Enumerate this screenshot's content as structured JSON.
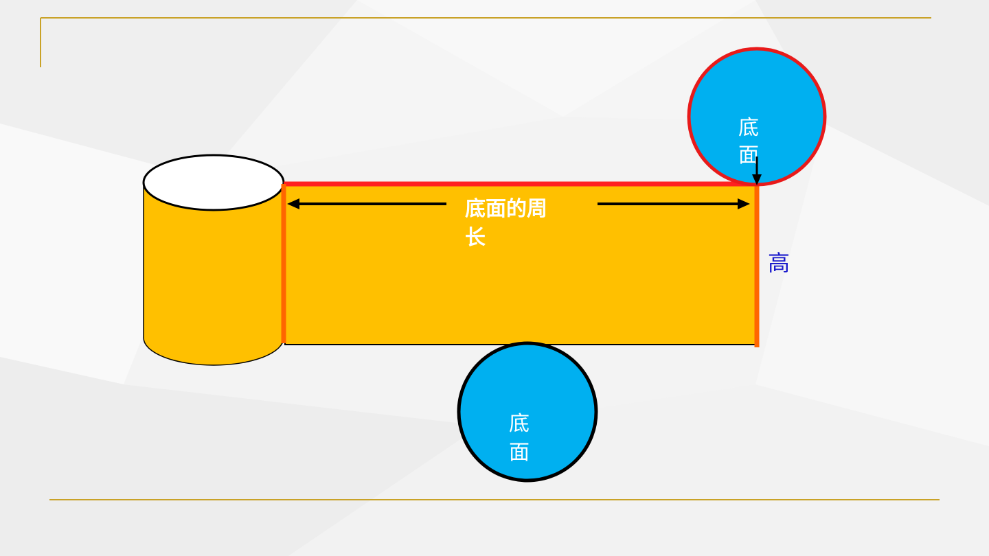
{
  "diagram": {
    "top_circle_label": "底面",
    "bottom_circle_label": "底面",
    "circumference_label": "底面的周长",
    "height_label": "高"
  },
  "colors": {
    "gold_line": "#C9A227",
    "cylinder_fill": "#FFC000",
    "circle_fill": "#00B0F0",
    "top_circle_stroke": "#E81A1A",
    "bottom_circle_stroke": "#000000",
    "top_edge": "#FF2020",
    "side_edge": "#FF6600",
    "height_text": "#1A1ACC",
    "label_white": "#FFFFFF"
  }
}
